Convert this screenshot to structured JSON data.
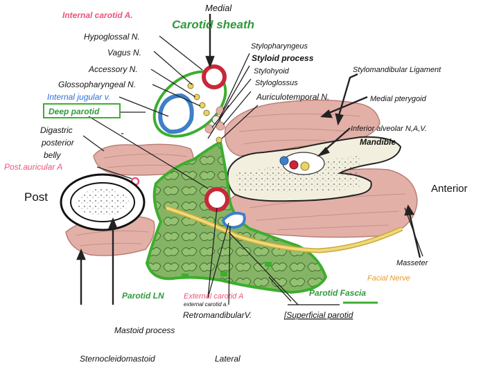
{
  "labels": {
    "medial": "Medial",
    "internal_carotid": "Internal carotid A.",
    "carotid_sheath": "Carotid sheath",
    "hypoglossal": "Hypoglossal N.",
    "vagus": "Vagus N.",
    "accessory": "Accessory N.",
    "glossopharyngeal": "Glossopharyngeal N.",
    "internal_jugular": "Internal jugular v.",
    "deep_parotid": "Deep parotid",
    "stylopharyngeus": "Stylopharyngeus",
    "styloid_process": "Styloid process",
    "stylohyoid": "Stylohyoid",
    "styloglossus": "Styloglossus",
    "auriculotemporal": "Auriculotemporal N.",
    "stylomandibular_ligament": "Stylomandibular Ligament",
    "medial_pterygoid": "Medial pterygoid",
    "inferior_alveolar": "Inferior alveolar N,A,V.",
    "mandible": "Mandible",
    "digastric_line1": "Digastric",
    "digastric_line2": "posterior",
    "digastric_line3": "belly",
    "post_auricular": "Post.auricular A",
    "post": "Post",
    "anterior": "Anterior",
    "masseter": "Masseter",
    "facial_nerve": "Facial Nerve",
    "parotid_fascia": "Parotid Fascia",
    "parotid_ln": "Parotid LN",
    "external_carotid_overlay": "External carotid A",
    "external_carotid_text": "external    carotid    a.",
    "retromandibular": "RetromandibularV.",
    "superficial_parotid": "[Superficial  parotid",
    "mastoid_process": "Mastoid   process",
    "sternocleidomastoid": "Sternocleidomastoid",
    "lateral": "Lateral"
  },
  "colors": {
    "parotid_fill": "#7fae5e",
    "parotid_border": "#3cae2e",
    "muscle_fill": "#e3b0a8",
    "muscle_stroke": "#b97f76",
    "artery_red": "#c8283a",
    "vein_blue": "#3f7fc7",
    "nerve_yellow": "#e8d36a",
    "label_pink": "#e8557a",
    "label_blue": "#2f6fd6",
    "label_green": "#2e9a3a",
    "label_orange": "#e89a2a"
  }
}
